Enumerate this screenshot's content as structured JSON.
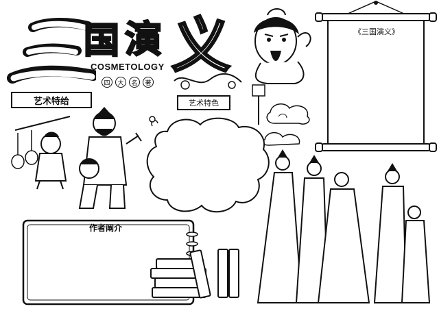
{
  "title": {
    "chars": [
      "三",
      "国",
      "演",
      "义"
    ],
    "latin": "COSMETOLOGY",
    "seals": [
      "四",
      "大",
      "名",
      "著"
    ]
  },
  "labels": {
    "art_features_left": "艺术特给",
    "art_features_mid": "艺术特色",
    "scroll_title": "《三国演义》",
    "author_intro": "作者阐介"
  },
  "colors": {
    "ink": "#111111",
    "paper": "#ffffff"
  }
}
